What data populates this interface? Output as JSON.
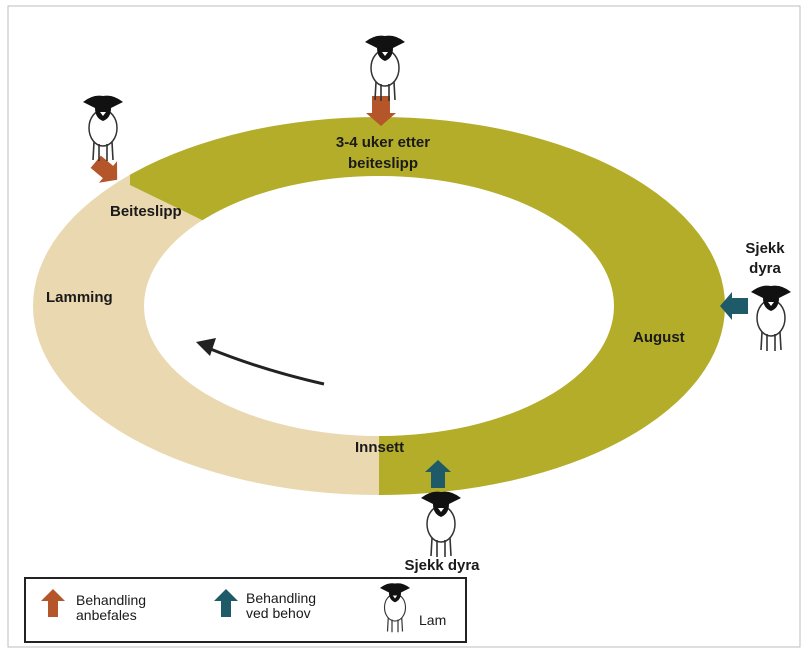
{
  "colors": {
    "olive": "#b3ad2a",
    "beige": "#ead8b0",
    "recommended_arrow": "#b5562a",
    "as_needed_arrow": "#1f5a68",
    "cycle_arrow": "#222222"
  },
  "segments": {
    "spring": "Beiteslipp",
    "summer_treatment_line1": "3-4 uker etter",
    "summer_treatment_line2": "beiteslipp",
    "august": "August",
    "insett": "Innsett",
    "lamming": "Lamming"
  },
  "checks": {
    "right_line1": "Sjekk",
    "right_line2": "dyra",
    "bottom": "Sjekk dyra"
  },
  "legend": {
    "recommended_line1": "Behandling",
    "recommended_line2": "anbefales",
    "as_needed_line1": "Behandling",
    "as_needed_line2": "ved behov",
    "lamb": "Lam"
  },
  "icons": {
    "recommended": "up-arrow-icon",
    "as_needed": "up-arrow-icon",
    "lamb": "lamb-icon"
  }
}
